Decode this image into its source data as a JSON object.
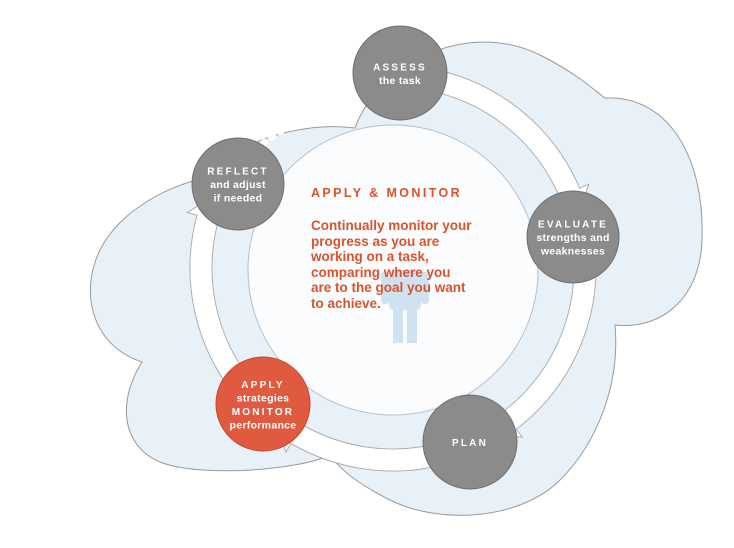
{
  "diagram": {
    "type": "cycle",
    "colors": {
      "cloud_fill": "#e8f0f8",
      "cloud_stroke": "#9a9a9a",
      "inner_fill": "#fbfcfe",
      "node_gray": "#8b8b8b",
      "node_accent": "#e05a40",
      "text_accent": "#d9532b",
      "arrow_fill": "#ffffff",
      "figure": "#cfe2f1"
    },
    "center": {
      "heading": "APPLY & MONITOR",
      "body_lines": [
        "Continually monitor your",
        "progress as you are",
        "working on a task,",
        "comparing where you",
        "are to the goal you want",
        "to achieve."
      ]
    },
    "nodes": [
      {
        "id": "assess",
        "title": "ASSESS",
        "sub": [
          "the task"
        ],
        "accent": false
      },
      {
        "id": "evaluate",
        "title": "EVALUATE",
        "sub": [
          "strengths and",
          "weaknesses"
        ],
        "accent": false
      },
      {
        "id": "plan",
        "title": "PLAN",
        "sub": [],
        "accent": false
      },
      {
        "id": "apply",
        "title": "APPLY",
        "sub": [
          "strategies"
        ],
        "title2": "MONITOR",
        "sub2": [
          "performance"
        ],
        "accent": true
      },
      {
        "id": "reflect",
        "title": "REFLECT",
        "sub": [
          "and adjust",
          "if needed"
        ],
        "accent": false
      }
    ],
    "edges": [
      {
        "from": "assess",
        "to": "evaluate",
        "style": "arrow"
      },
      {
        "from": "evaluate",
        "to": "plan",
        "style": "arrow"
      },
      {
        "from": "plan",
        "to": "apply",
        "style": "arrow"
      },
      {
        "from": "apply",
        "to": "reflect",
        "style": "arrow"
      },
      {
        "from": "reflect",
        "to": "assess",
        "style": "dotted"
      }
    ]
  }
}
